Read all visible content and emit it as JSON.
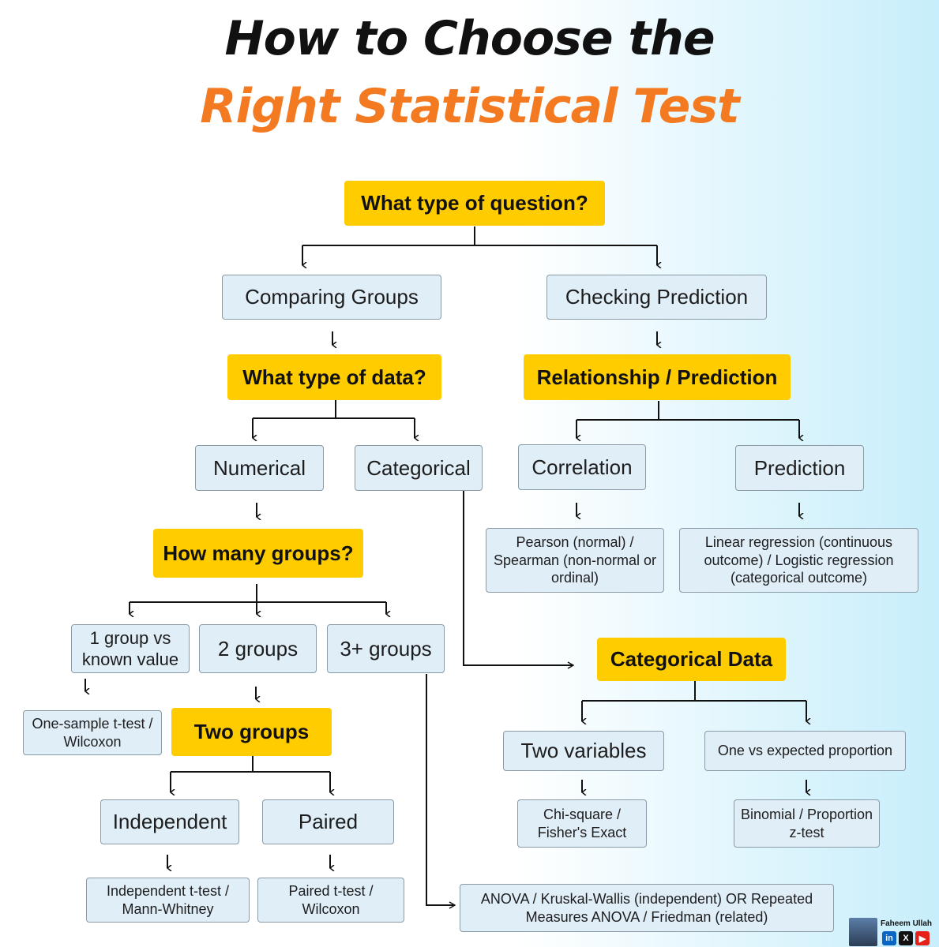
{
  "title": {
    "line1": "How to Choose the",
    "line2": "Right Statistical Test"
  },
  "nodes": {
    "root_question": "What type of question?",
    "comparing_groups": "Comparing Groups",
    "checking_prediction": "Checking Prediction",
    "data_type_question": "What type of data?",
    "relationship_prediction": "Relationship / Prediction",
    "numerical": "Numerical",
    "categorical": "Categorical",
    "correlation": "Correlation",
    "prediction": "Prediction",
    "correlation_result": "Pearson (normal) / Spearman (non-normal or ordinal)",
    "prediction_result": "Linear regression (continuous outcome) / Logistic regression (categorical outcome)",
    "groups_question": "How many groups?",
    "one_group": "1 group vs known value",
    "two_groups": "2 groups",
    "three_groups": "3+ groups",
    "one_group_result": "One-sample t-test / Wilcoxon",
    "two_groups_question": "Two groups",
    "independent": "Independent",
    "paired": "Paired",
    "independent_result": "Independent t-test / Mann-Whitney",
    "paired_result": "Paired t-test / Wilcoxon",
    "three_groups_result": "ANOVA / Kruskal-Wallis (independent) OR Repeated Measures ANOVA / Friedman (related)",
    "categorical_data": "Categorical Data",
    "two_variables": "Two variables",
    "one_vs_expected": "One vs expected proportion",
    "two_variables_result": "Chi-square / Fisher's Exact",
    "one_vs_expected_result": "Binomial / Proportion z-test"
  },
  "author": {
    "name": "Faheem Ullah",
    "social_icons": [
      "linkedin-icon",
      "x-icon",
      "youtube-icon"
    ]
  },
  "colors": {
    "question_box": "#ffcc00",
    "option_box": "#e0eef8",
    "title_accent": "#f47a22",
    "connector": "#111111"
  }
}
